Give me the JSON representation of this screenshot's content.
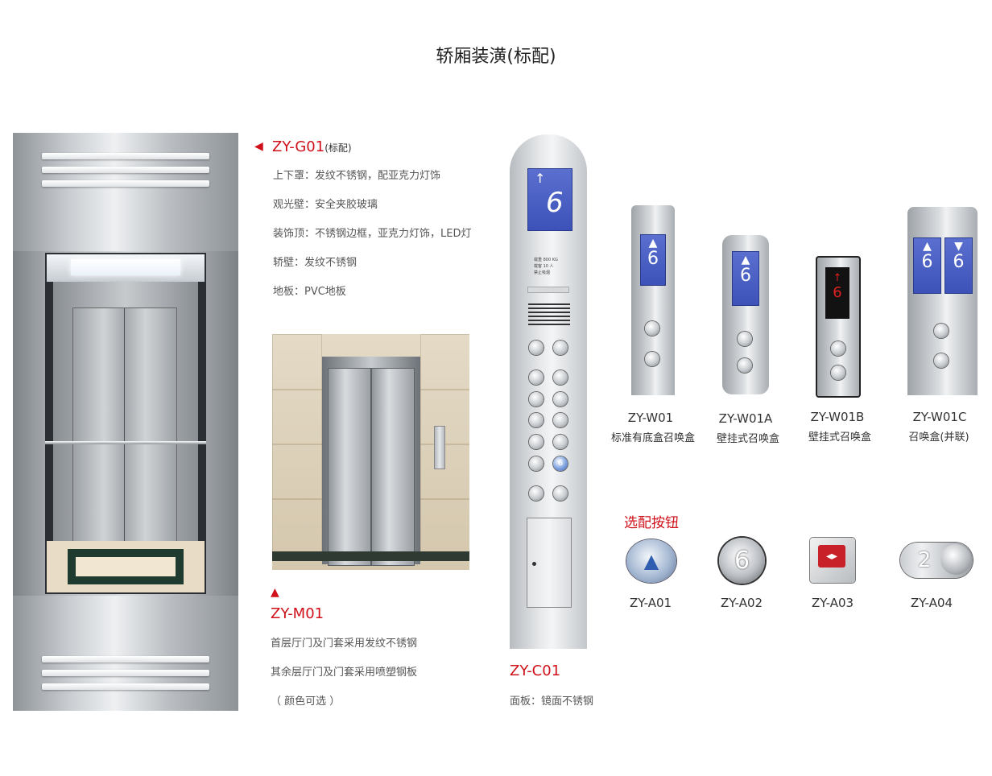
{
  "page_title": "轿厢装潢(标配)",
  "car": {
    "code": "ZY-G01",
    "tag": "(标配)",
    "specs": [
      "上下罩：发纹不锈钢，配亚克力灯饰",
      "观光壁：安全夹胶玻璃",
      "装饰顶：不锈钢边框，亚克力灯饰，LED灯",
      "轿壁：发纹不锈钢",
      "地板：PVC地板"
    ]
  },
  "landing_door": {
    "code": "ZY-M01",
    "specs": [
      "首层厅门及门套采用发纹不锈钢",
      "其余层厅门及门套采用喷塑钢板",
      "（ 颜色可选 ）"
    ]
  },
  "cop": {
    "code": "ZY-C01",
    "display_arrow": "↑",
    "display_floor": "6",
    "caption": [
      "载重    800 KG",
      "载客    10  人",
      "禁止吸烟"
    ],
    "spec": "面板：镜面不锈钢",
    "highlight_button_label": "6"
  },
  "hall_calls": [
    {
      "code": "ZY-W01",
      "name": "标准有底盒召唤盒",
      "arrow": "▲",
      "floor": "6"
    },
    {
      "code": "ZY-W01A",
      "name": "壁挂式召唤盒",
      "arrow": "▲",
      "floor": "6"
    },
    {
      "code": "ZY-W01B",
      "name": "壁挂式召唤盒",
      "arrow": "↑",
      "floor": "6"
    },
    {
      "code": "ZY-W01C",
      "name": "召唤盒(并联)",
      "arrow": "▲",
      "arrow2": "▼",
      "floor": "6",
      "floor2": "6"
    }
  ],
  "optional_buttons": {
    "title": "选配按钮",
    "items": [
      {
        "code": "ZY-A01",
        "glyph": "▲"
      },
      {
        "code": "ZY-A02",
        "glyph": "6"
      },
      {
        "code": "ZY-A03",
        "glyph": "◂▸"
      },
      {
        "code": "ZY-A04",
        "glyph": "2"
      }
    ]
  },
  "markers": {
    "left_arrow": "◀",
    "up_arrow": "▲"
  },
  "colors": {
    "accent_red": "#d0101a",
    "display_blue": "#4a60c4"
  }
}
